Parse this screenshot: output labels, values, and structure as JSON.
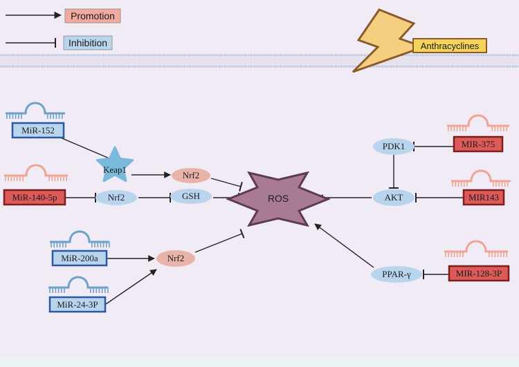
{
  "legend": {
    "promotion": "Promotion",
    "inhibition": "Inhibition"
  },
  "trigger": "Anthracyclines",
  "center": "ROS",
  "left_mirnas": {
    "mir152": "MiR-152",
    "mir140": "MiR-140-5p",
    "mir200a": "MiR-200a",
    "mir24": "MiR-24-3P"
  },
  "right_mirnas": {
    "mir375": "MIR-375",
    "mir143": "MIR143",
    "mir128": "MIR-128-3P"
  },
  "nodes": {
    "keap1": "Keap1",
    "nrf2_star": "Nrf2",
    "nrf2_top": "Nrf2",
    "gsh": "GSH",
    "nrf2_bottom": "Nrf2",
    "pdk1": "PDK1",
    "akt": "AKT",
    "ppar": "PPAR-γ"
  },
  "colors": {
    "background": "#f0ebf4",
    "membrane": "#c9d2e6",
    "ros_fill": "#a97a94",
    "promotion": "#f2aaa0",
    "inhibition": "#b9d5ee",
    "blue_node": "#b9d5ee",
    "pink_node": "#eab3a9",
    "red_box": "#dc5a57",
    "star": "#7ab9da",
    "lightning": "#f5cf80",
    "blue_rna": "#6fa2c9",
    "pink_rna": "#f0a494"
  }
}
